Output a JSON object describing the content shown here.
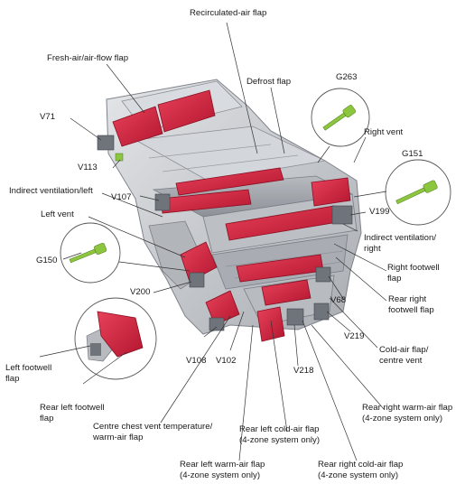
{
  "labels": {
    "recirculated_air_flap": "Recirculated-air flap",
    "fresh_air_flap": "Fresh-air/air-flow flap",
    "defrost_flap": "Defrost flap",
    "g263": "G263",
    "v71": "V71",
    "right_vent": "Right vent",
    "v113": "V113",
    "g151": "G151",
    "indirect_vent_left": "Indirect ventilation/left",
    "v107": "V107",
    "v199": "V199",
    "left_vent": "Left vent",
    "indirect_vent_right": "Indirect ventilation/\nright",
    "g150": "G150",
    "right_footwell_flap": "Right footwell\nflap",
    "v200": "V200",
    "rear_right_footwell_flap": "Rear right\nfootwell flap",
    "v68": "V68",
    "v219": "V219",
    "cold_air_flap_centre_vent": "Cold-air flap/\ncentre vent",
    "v108": "V108",
    "v102": "V102",
    "v218": "V218",
    "left_footwell_flap": "Left footwell\nflap",
    "rear_left_footwell_flap": "Rear left footwell\nflap",
    "rear_right_warm_air_flap": "Rear right warm-air flap\n(4-zone system only)",
    "centre_chest_vent_flap": "Centre chest vent temperature/\nwarm-air flap",
    "rear_left_cold_air_flap": "Rear left cold-air flap\n(4-zone system only)",
    "rear_left_warm_air_flap": "Rear left warm-air flap\n(4-zone system only)",
    "rear_right_cold_air_flap": "Rear right cold-air flap\n(4-zone system only)"
  },
  "colors": {
    "flap": "#d4213d",
    "housing": "#c9ccd0",
    "sensor": "#8cc63f",
    "line": "#333333"
  }
}
